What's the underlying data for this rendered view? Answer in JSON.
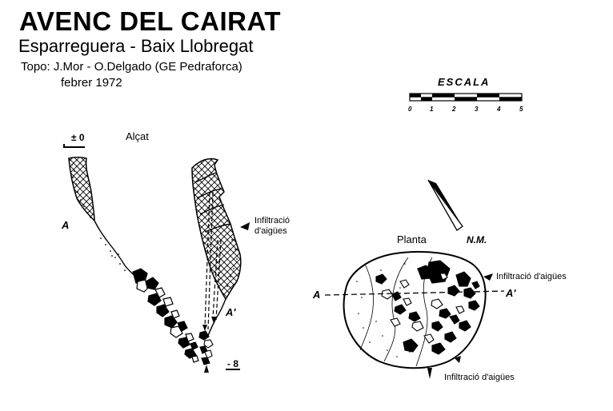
{
  "header": {
    "title": "AVENC DEL CAIRAT",
    "subtitle": "Esparreguera - Baix Llobregat",
    "credits": "Topo: J.Mor - O.Delgado (GE Pedraforca)",
    "date": "febrer 1972"
  },
  "scale": {
    "title": "ESCALA",
    "ticks": [
      "0",
      "1",
      "2",
      "3",
      "4",
      "5"
    ]
  },
  "elevation": {
    "title": "Alçat",
    "top_level": "± 0",
    "bottom_level": "- 8",
    "section_start": "A",
    "section_end": "A'",
    "infiltration_label_1": "Infiltració",
    "infiltration_label_2": "d'aigües"
  },
  "plan": {
    "title": "Planta",
    "north": "N.M.",
    "section_start": "A",
    "section_end": "A'",
    "infiltration_top": "Infiltració d'aigües",
    "infiltration_bottom": "Infiltració d'aigües"
  }
}
